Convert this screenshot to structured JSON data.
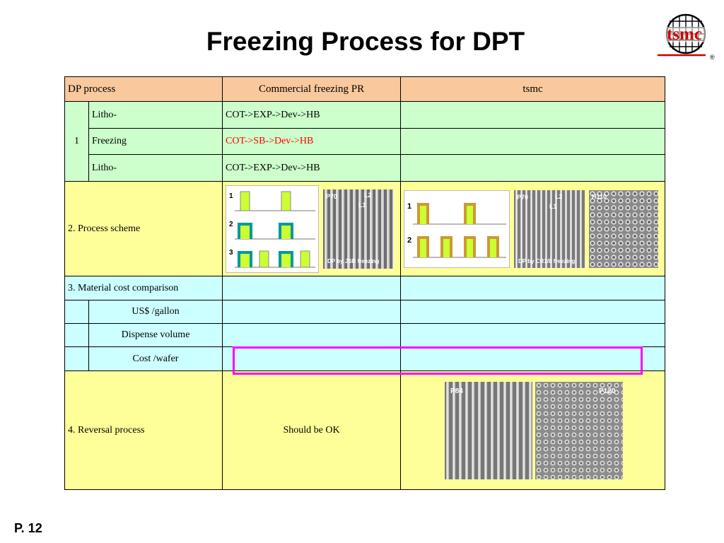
{
  "slide": {
    "title": "Freezing Process for DPT",
    "page_number": "P. 12",
    "logo_text": "tsmc",
    "logo_mark": "®"
  },
  "table": {
    "header": {
      "col1": "DP process",
      "col2": "Commercial freezing PR",
      "col3": "tsmc"
    },
    "section1": {
      "number": "1",
      "rows": [
        {
          "label": "Litho-",
          "commercial": "COT->EXP->Dev->HB",
          "tsmc": ""
        },
        {
          "label": "Freezing",
          "commercial": "COT->SB->Dev->HB",
          "tsmc": ""
        },
        {
          "label": "Litho-",
          "commercial": "COT->EXP->Dev->HB",
          "tsmc": ""
        }
      ]
    },
    "section2": {
      "label": "2. Process scheme",
      "commercial_diagram_steps": [
        "1",
        "2",
        "3"
      ],
      "commercial_sem": {
        "tag": "P70",
        "labels": [
          "L2",
          "L1"
        ],
        "caption": "DP by JSR freezing"
      },
      "tsmc_diagram_steps": [
        "1",
        "2"
      ],
      "tsmc_sem1": {
        "tag": "P70",
        "labels": [
          "L2",
          "L1"
        ],
        "caption": "DP by CR1/8 freezing"
      },
      "tsmc_sem2": {
        "tag": "H110"
      }
    },
    "section3": {
      "label": "3. Material cost comparison",
      "rows": [
        {
          "label": "US$ /gallon",
          "commercial": "",
          "tsmc": ""
        },
        {
          "label": "Dispense volume",
          "commercial": "",
          "tsmc": ""
        },
        {
          "label": "Cost /wafer",
          "commercial": "",
          "tsmc": ""
        }
      ]
    },
    "section4": {
      "label": "4. Reversal process",
      "commercial": "Should be OK",
      "tsmc_sem1": {
        "tag": "P84"
      },
      "tsmc_sem2": {
        "tag": "P120"
      }
    }
  },
  "colors": {
    "header_bg": "#f9c89c",
    "green_bg": "#ccffcc",
    "yellow_bg": "#ffff99",
    "cyan_bg": "#ccffff",
    "highlight": "#ff00ff",
    "red_text": "#ff0000",
    "logo_red": "#cc0000"
  }
}
